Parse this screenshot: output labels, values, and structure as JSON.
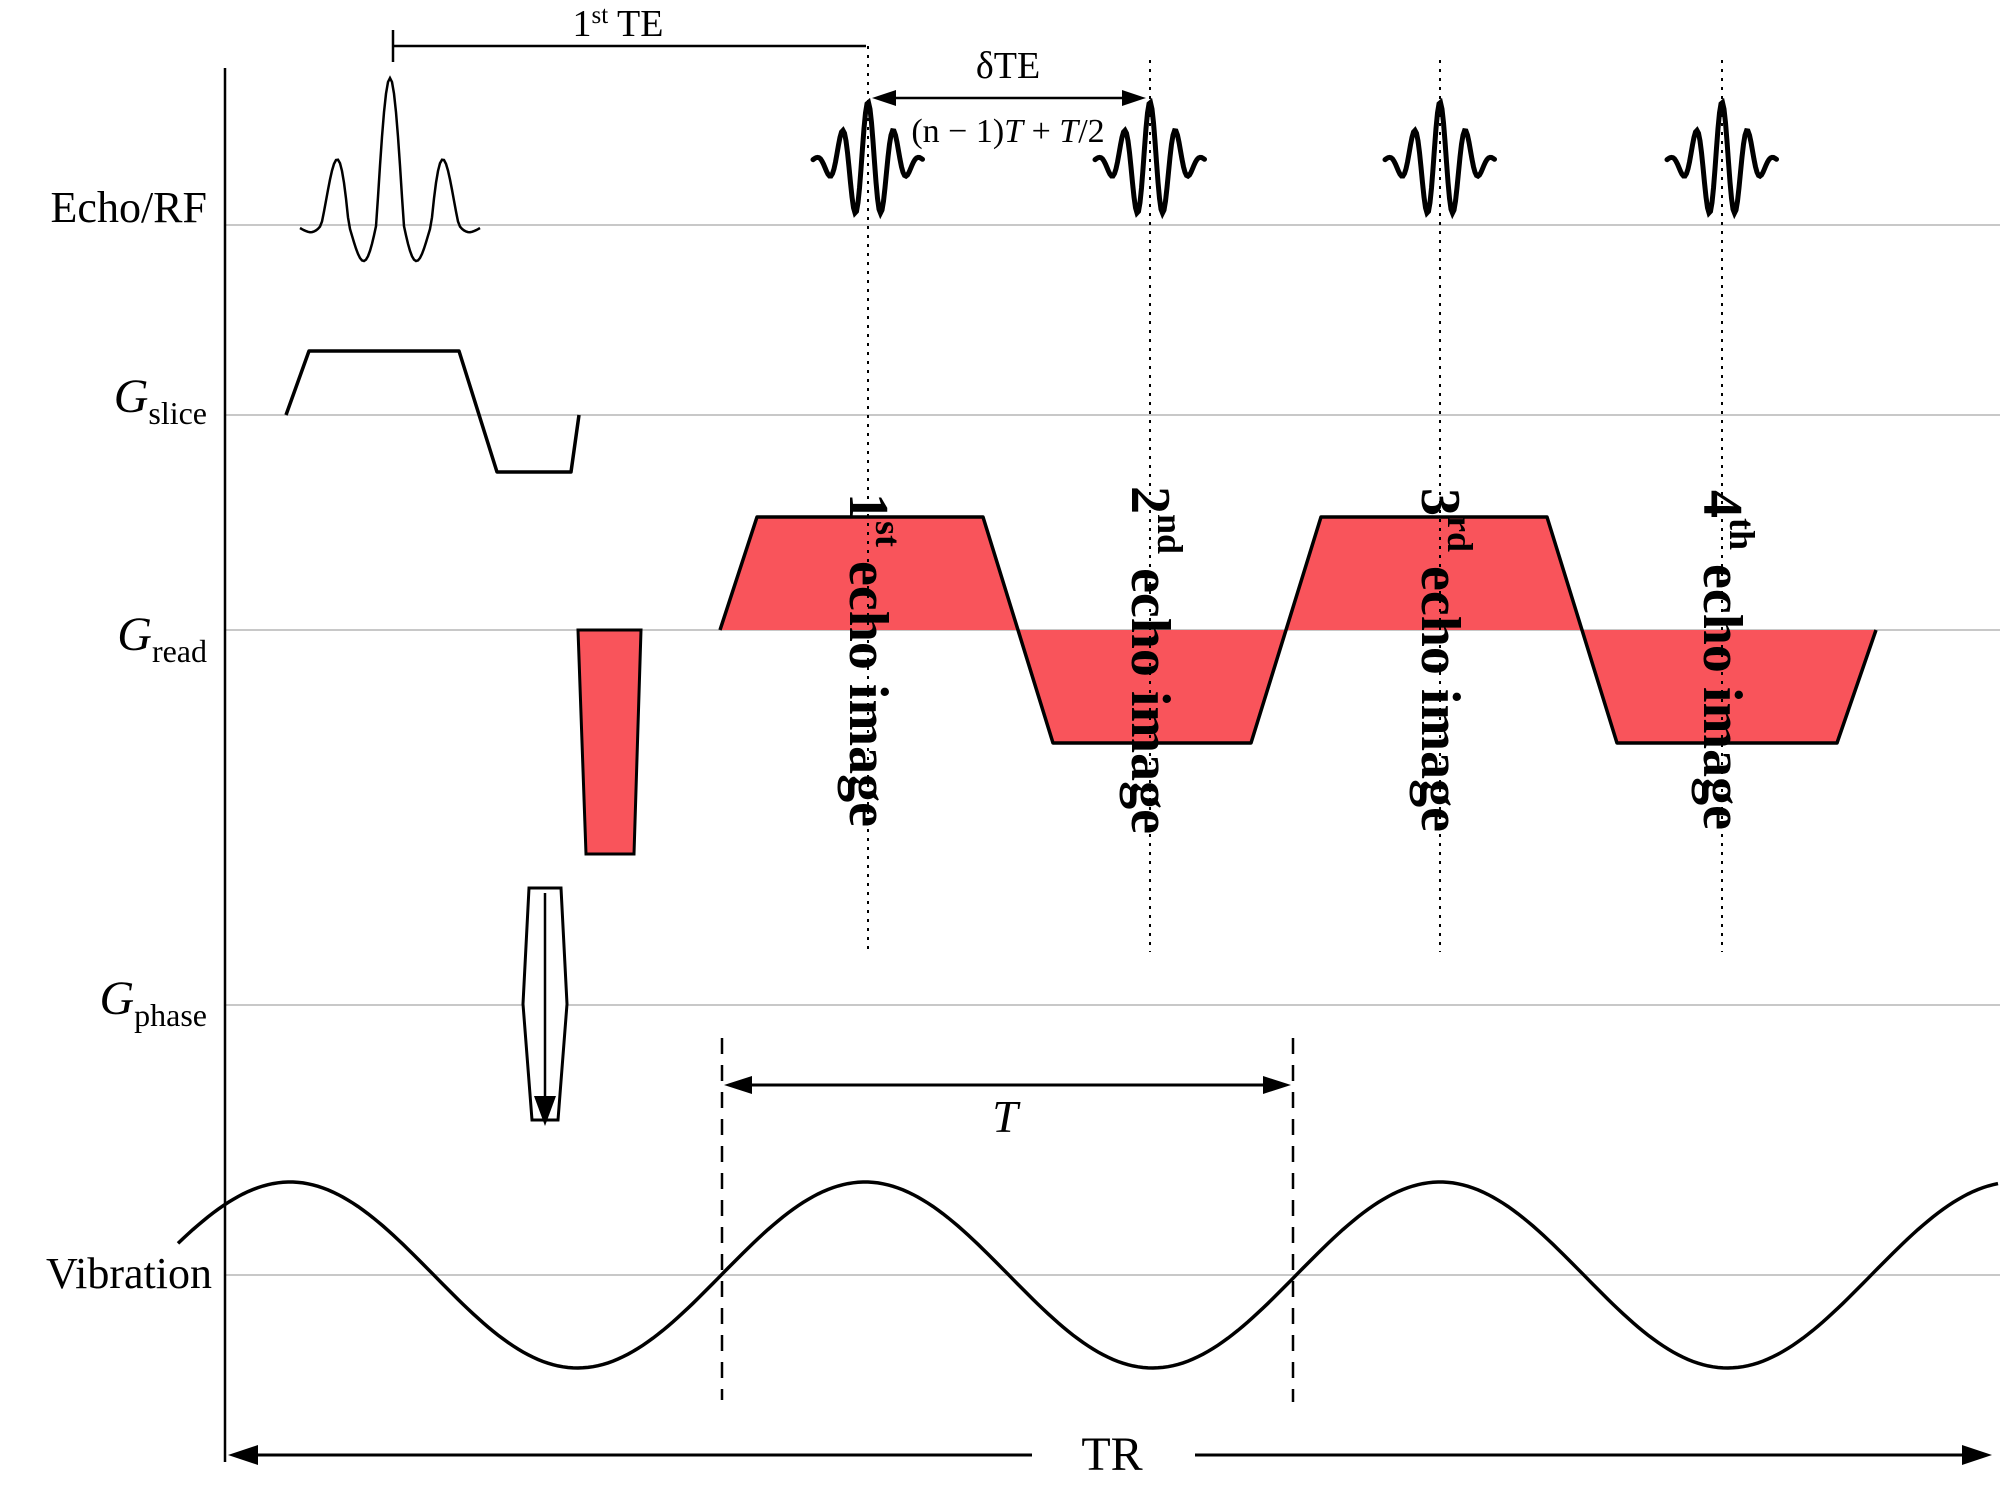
{
  "row_labels": {
    "echo_rf": "Echo/RF",
    "g_slice": {
      "symbol": "G",
      "subscript": "slice"
    },
    "g_read": {
      "symbol": "G",
      "subscript": "read"
    },
    "g_phase": {
      "symbol": "G",
      "subscript": "phase"
    },
    "vibration": "Vibration"
  },
  "annotations": {
    "first_te": {
      "num": "1",
      "sup": "st",
      "rest": " TE"
    },
    "delta_te": "δTE",
    "echo_spacing_formula": {
      "p1": "(n − 1)",
      "t1": "T",
      "p2": " + ",
      "t2": "T",
      "p3": "/2"
    },
    "vibration_period": "T",
    "repetition_time": "TR"
  },
  "echo_image_labels": [
    {
      "num": "1",
      "sup": "st",
      "rest": " echo image"
    },
    {
      "num": "2",
      "sup": "nd",
      "rest": " echo image"
    },
    {
      "num": "3",
      "sup": "rd",
      "rest": " echo image"
    },
    {
      "num": "4",
      "sup": "th",
      "rest": " echo image"
    }
  ],
  "colors": {
    "gradient_fill": "#F9545B",
    "waveform": "#000000",
    "grid_line": "#C8C8C8"
  }
}
